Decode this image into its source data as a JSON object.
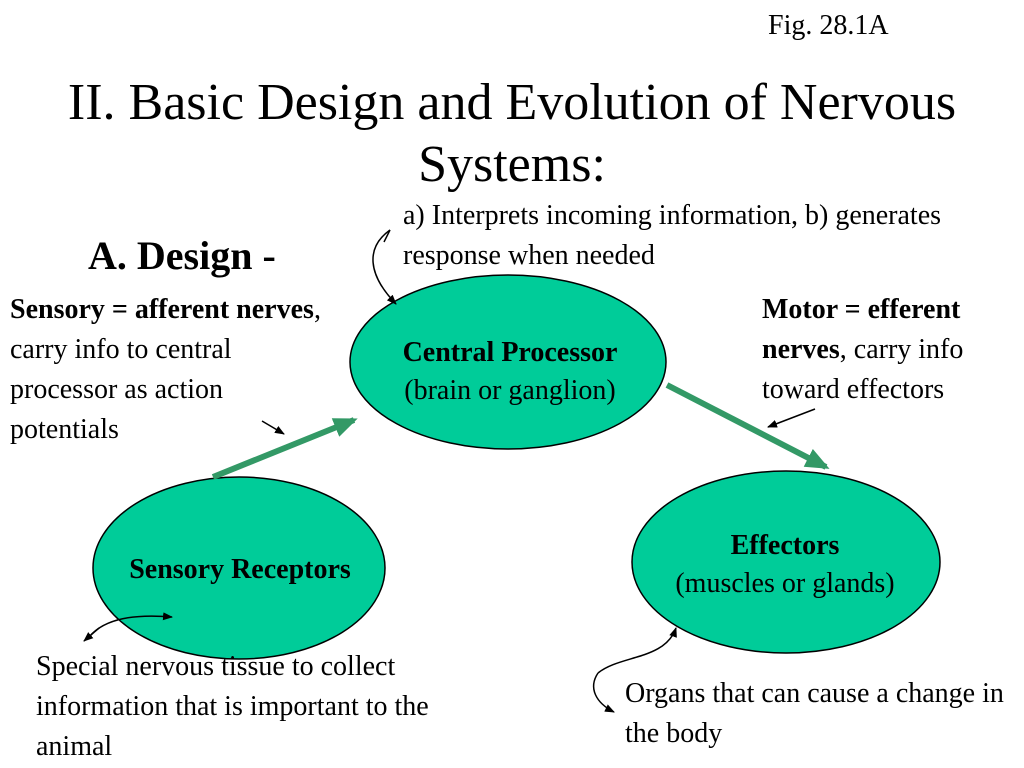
{
  "figure_ref": "Fig. 28.1A",
  "title": "II. Basic Design and Evolution of Nervous Systems:",
  "section": "A. Design -",
  "nodes": {
    "central_processor": {
      "name": "Central Processor",
      "detail": "(brain or ganglion)"
    },
    "sensory_receptors": {
      "name": "Sensory Receptors"
    },
    "effectors": {
      "name": "Effectors",
      "detail": "(muscles or glands)"
    }
  },
  "annotations": {
    "central_processor": "a) Interprets incoming information, b) generates response when needed",
    "sensory_nerves": {
      "term": "Sensory = afferent nerves",
      "text": ", carry info to central processor as action potentials"
    },
    "motor_nerves": {
      "term": "Motor = efferent nerves",
      "text": ", carry info toward effectors"
    },
    "sensory_receptors": "Special nervous tissue to collect information that is important to the animal",
    "effectors": "Organs that can cause a change in the body"
  },
  "colors": {
    "node_fill": "#00CC99",
    "node_stroke": "#000000",
    "arrow": "#339966",
    "text": "#000000"
  }
}
